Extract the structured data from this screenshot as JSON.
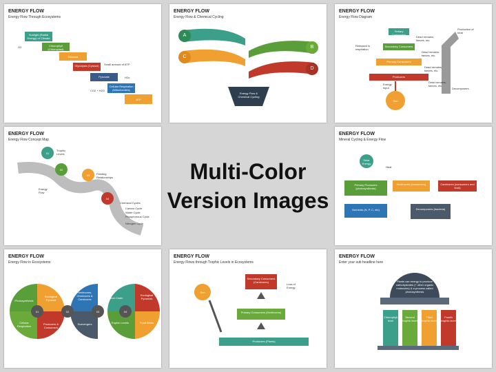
{
  "center": {
    "line1": "Multi-Color",
    "line2": "Version Images"
  },
  "slides": [
    {
      "title": "ENERGY FLOW",
      "subtitle": "Energy Flow Through Ecosystems",
      "labels": [
        "Sunlight (Radial Energy) of Climate",
        "Chlorophyll (Chloroplast)",
        "Glucose",
        "Glycolysis (Cytosol)",
        "Pyruvate",
        "Cellular Respiration (Mitochondria)",
        "ATP"
      ],
      "side": [
        "O2",
        "Small amount of ATP",
        "H2o",
        "CO2 + H2O"
      ]
    },
    {
      "title": "ENERGY FLOW",
      "subtitle": "Energy Flow & Chemical Cycling",
      "letters": [
        "A",
        "B",
        "C",
        "D"
      ],
      "bowl": "Energy Flow & Chemical Cycling"
    },
    {
      "title": "ENERGY FLOW",
      "subtitle": "Energy Flow Diagram",
      "levels": [
        "Tertiary Consumers",
        "Secondary Consumers",
        "Primary Consumers",
        "Producers"
      ],
      "notes": [
        "Dead remains, faeces, etc.",
        "Dead remains, faeces, etc.",
        "Dead remains, faeces, etc.",
        "Dead remains, faeces, etc."
      ],
      "released": "Released in respiration",
      "heat": "Production of heat",
      "energy": "Energy input",
      "sun": "Sun",
      "decomposers": "Decomposers"
    },
    {
      "title": "ENERGY FLOW",
      "subtitle": "Energy Flow Concept Map",
      "pins": [
        "01",
        "02",
        "03",
        "04"
      ],
      "labels": [
        "Trophic Levels",
        "Feeding Relationships",
        "Energy Flow",
        "Chemical Cycles"
      ],
      "cycles": [
        "Carbon Cycle",
        "Water Cycle",
        "Phosphorous Cycle",
        "Nitrogen Cycle"
      ]
    },
    {
      "title": "ENERGY FLOW",
      "subtitle": "Mineral Cycling & Energy Flow",
      "solar": "Solar Energy",
      "heat": "Heat",
      "boxes": [
        "Primary Producers (photosynthesis)",
        "Herbivores (consumers)",
        "Carnivores (consumers and food)",
        "Nutrients (N, P, C, etc)",
        "Decomposers (bacteria)"
      ]
    },
    {
      "title": "ENERGY FLOW",
      "subtitle": "Energy Flow in Ecosystems",
      "circles": [
        "01",
        "02",
        "03",
        "04"
      ],
      "segments": [
        "Photosynthesis",
        "Ecological Pyramid",
        "Cellular Respiration",
        "Producers & Consumers",
        "Herbivores, Omnivores & Carnivores",
        "Scavengers",
        "Food Chain",
        "Trophic Levels",
        "Ecological Pyramids",
        "Food Webs"
      ]
    },
    {
      "title": "ENERGY FLOW",
      "subtitle": "Energy Flows through Trophic Levels in Ecosystems",
      "sun": "Sun",
      "levels": [
        "Secondary Consumers (Carnivores)",
        "Primary Consumers (Herbivores)",
        "Producers (Plants)"
      ],
      "loss": "Loss of Energy"
    },
    {
      "title": "ENERGY FLOW",
      "subtitle": "Enter your sub headline here",
      "dome": "Plants use energy to produce carbohydrates (+ other organic molecules) & a process called photosynthesis",
      "columns": [
        "Chlorophyll level",
        "Second trophic level",
        "Third trophic level",
        "Fourth trophic level"
      ]
    }
  ],
  "colors": {
    "green": "#5a9e3a",
    "orange": "#f0a030",
    "red": "#c0392b",
    "blue": "#2e75b6",
    "teal": "#3c9f8a",
    "slate": "#4a5a6a"
  }
}
